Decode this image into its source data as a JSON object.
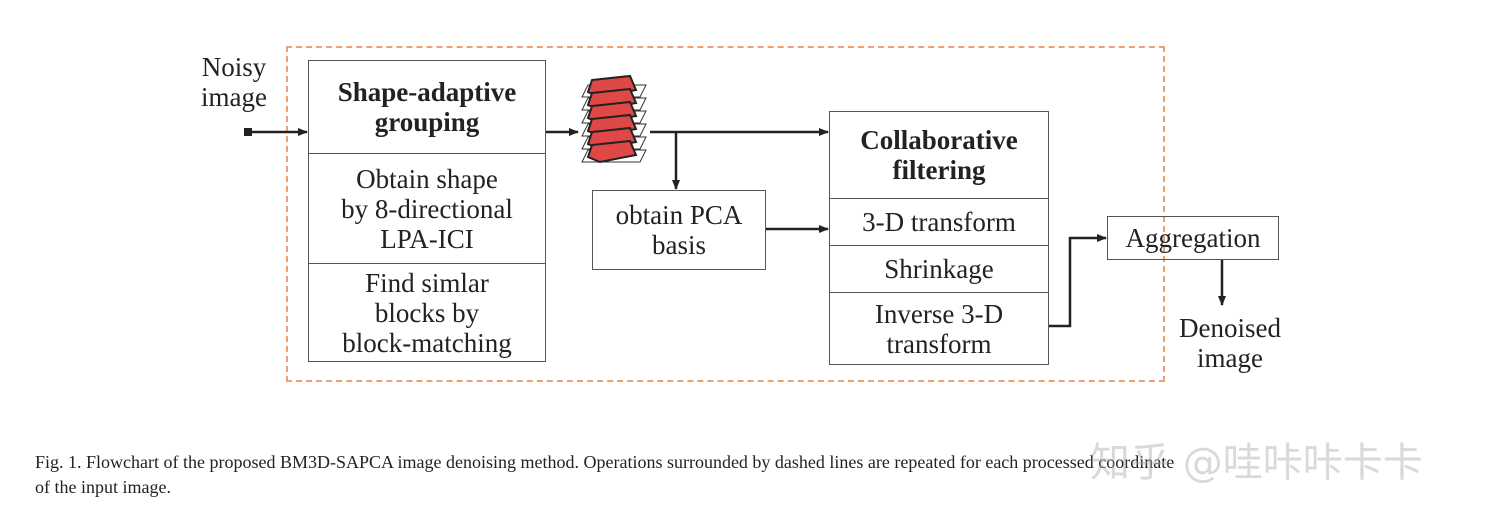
{
  "input_label": "Noisy\nimage",
  "output_label": "Denoised\nimage",
  "grouping_box": {
    "title": "Shape-adaptive\ngrouping",
    "step1": "Obtain shape\nby 8-directional\nLPA-ICI",
    "step2": "Find simlar\nblocks by\nblock-matching"
  },
  "pca_box": "obtain PCA\nbasis",
  "filter_box": {
    "title": "Collaborative\nfiltering",
    "step1": "3-D transform",
    "step2": "Shrinkage",
    "step3": "Inverse 3-D\ntransform"
  },
  "aggregation_box": "Aggregation",
  "caption": {
    "line1": "Fig. 1.   Flowchart of the proposed BM3D-SAPCA image denoising method. Operations surrounded by dashed lines are repeated for each processed coordinate",
    "line2": "of the input image."
  },
  "watermark": "知乎 @哇咔咔卡卡",
  "colors": {
    "dashed_border": "#f0a070",
    "stack_fill": "#e04848",
    "line": "#222222"
  }
}
